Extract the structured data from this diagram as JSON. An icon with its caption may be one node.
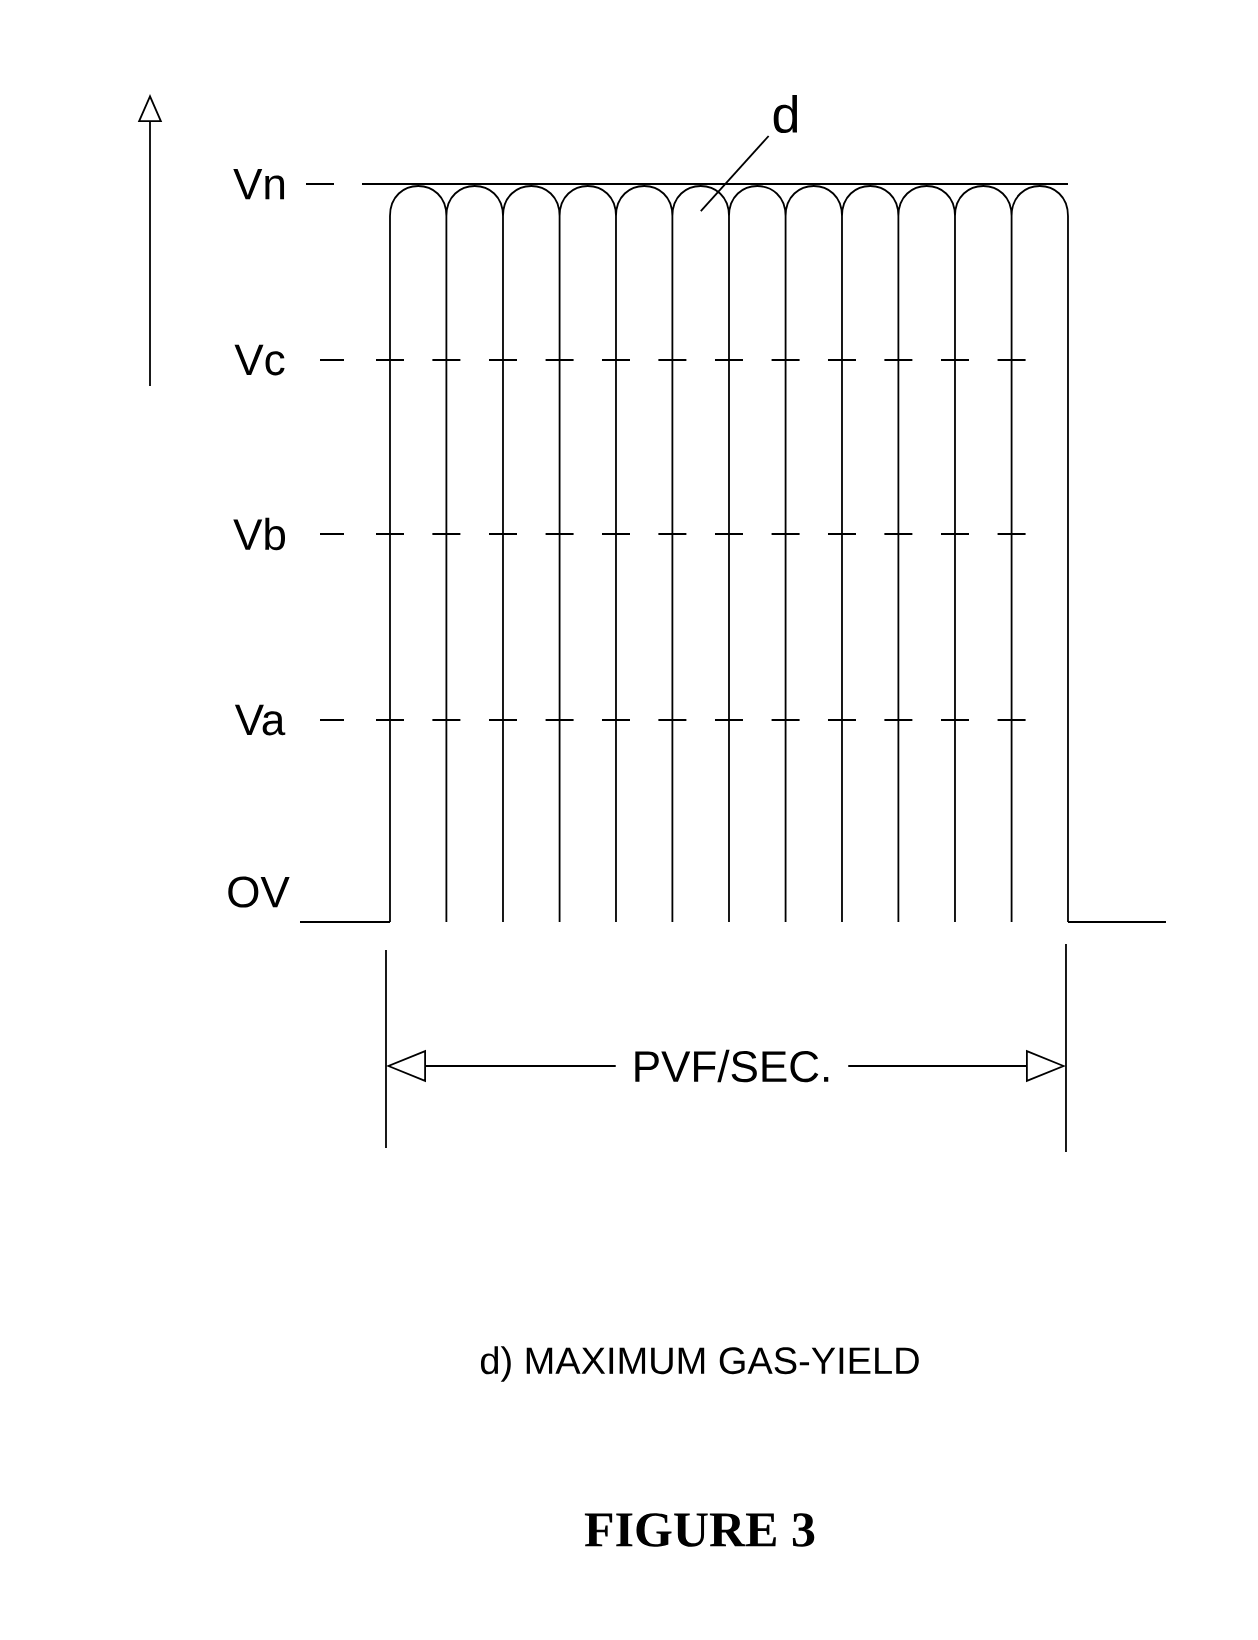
{
  "diagram": {
    "title": "FIGURE 3",
    "caption": "d) MAXIMUM GAS-YIELD",
    "nodes": [
      {
        "text": [
          "d"
        ]
      },
      {
        "text": [],
        "shape": "waveform"
      }
    ],
    "edges": [
      {
        "from": 0,
        "to": 1,
        "arrow": "none"
      }
    ],
    "labels": [
      "Vn",
      "Vc",
      "Vb",
      "Va",
      "OV",
      "PVF/SEC."
    ]
  }
}
